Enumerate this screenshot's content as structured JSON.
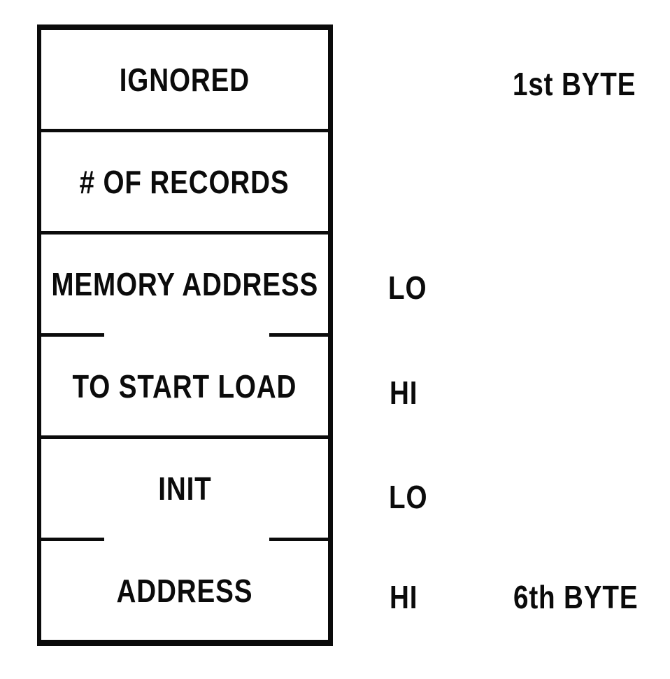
{
  "diagram": {
    "description": "Memory layout of six header bytes",
    "colors": {
      "ink": "#0b0b0b",
      "background": "#ffffff"
    },
    "box": {
      "rows": [
        {
          "label": "IGNORED"
        },
        {
          "label": "# OF RECORDS"
        },
        {
          "label": "MEMORY ADDRESS"
        },
        {
          "label": "TO START LOAD"
        },
        {
          "label": "INIT"
        },
        {
          "label": "ADDRESS"
        }
      ]
    },
    "side_labels": {
      "memory_address": "LO",
      "to_start_load": "HI",
      "init": "LO",
      "address": "HI"
    },
    "byte_markers": {
      "first": "1st BYTE",
      "sixth": "6th BYTE"
    }
  }
}
